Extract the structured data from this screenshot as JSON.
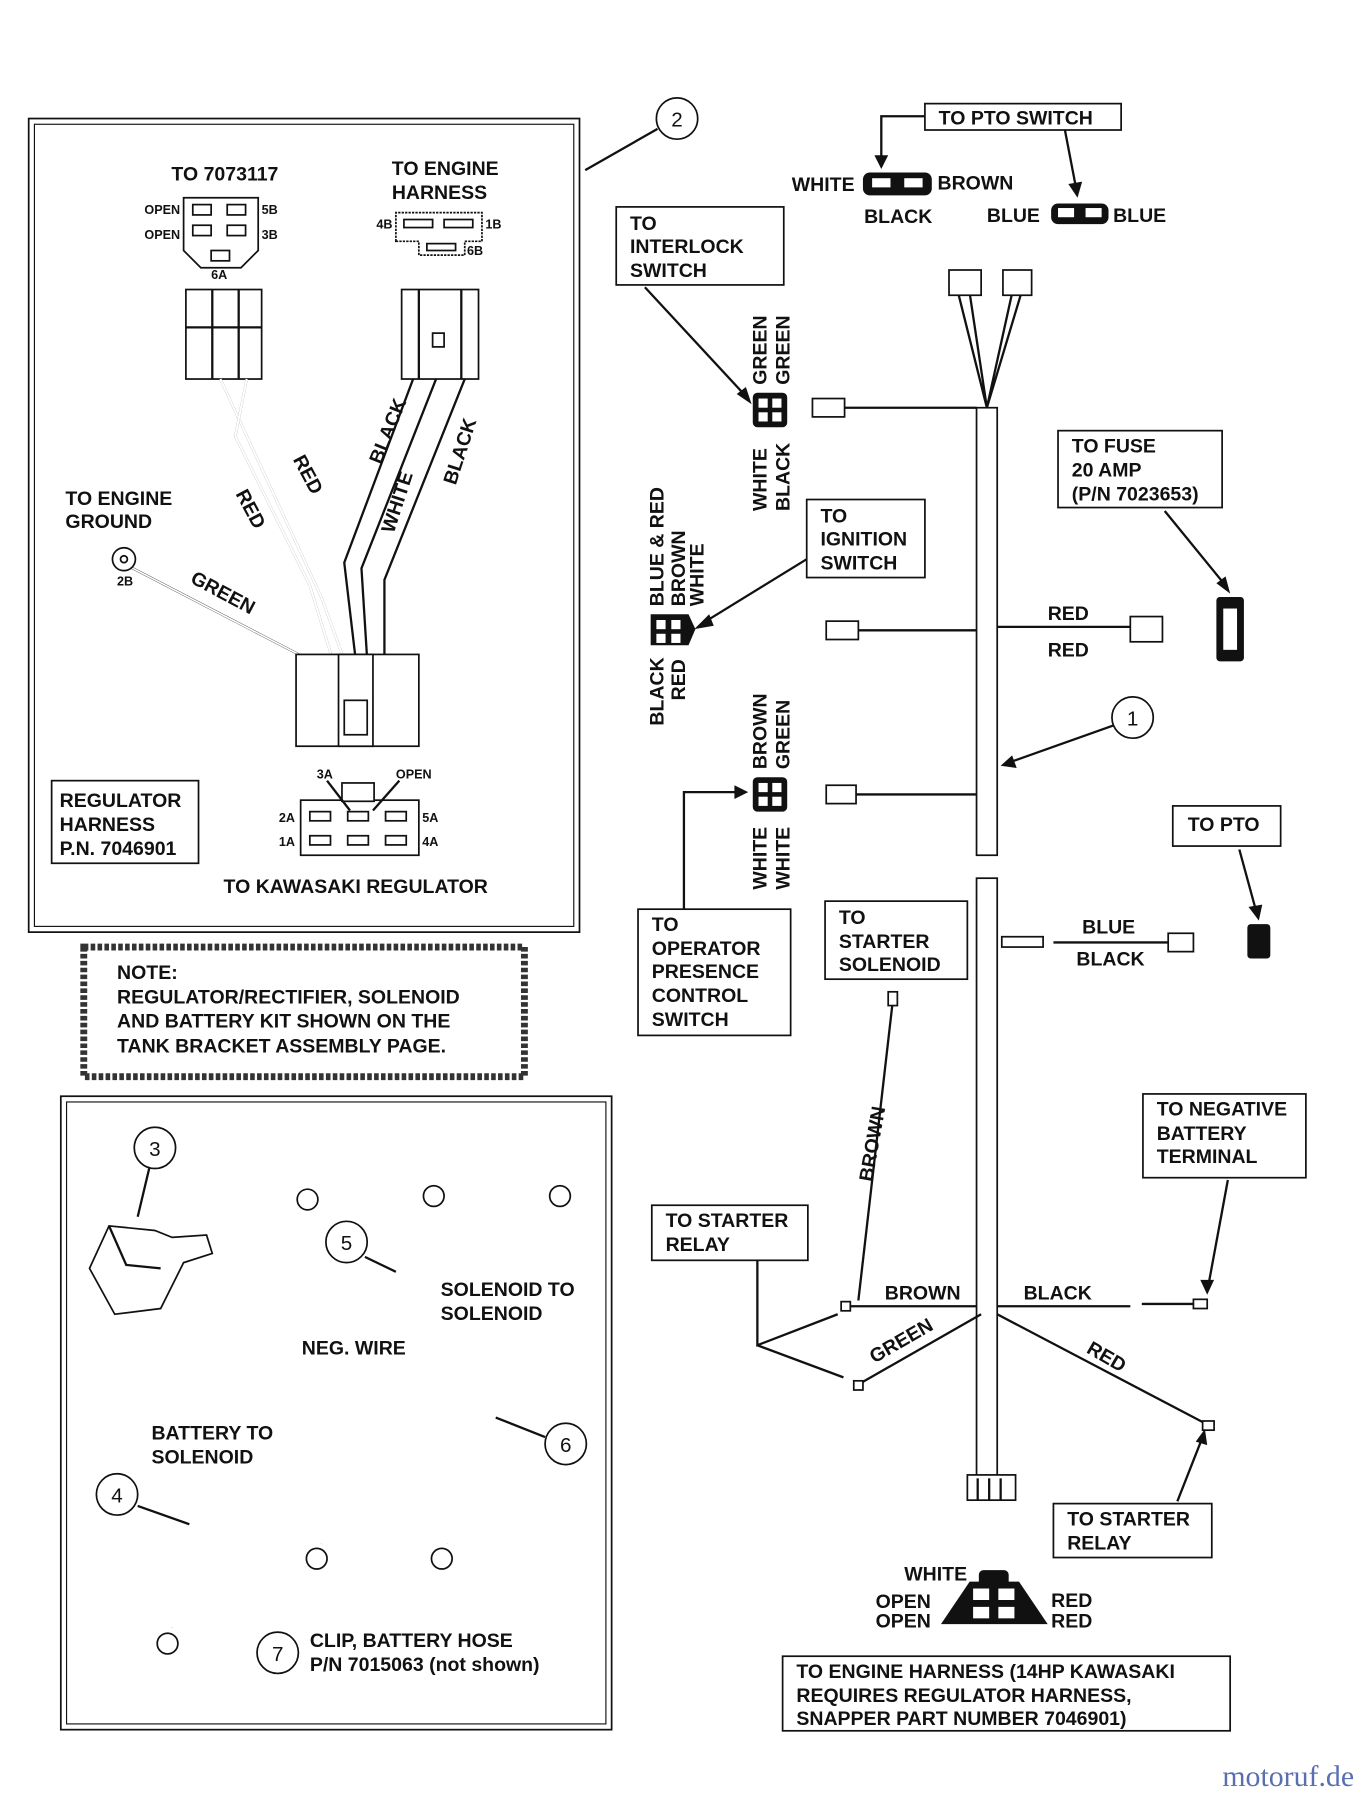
{
  "callouts": [
    "1",
    "2",
    "3",
    "4",
    "5",
    "6",
    "7"
  ],
  "regulator": {
    "to_7073117": "TO 7073117",
    "to_engine_harness": [
      "TO ENGINE",
      "HARNESS"
    ],
    "pins_top": [
      "OPEN",
      "5B",
      "OPEN",
      "3B",
      "6A",
      "4B",
      "1B",
      "6B"
    ],
    "wires": [
      "RED",
      "RED",
      "BLACK",
      "WHITE",
      "BLACK",
      "GREEN"
    ],
    "to_engine_ground": [
      "TO ENGINE",
      "GROUND"
    ],
    "ground_pin": "2B",
    "harness_label": [
      "REGULATOR",
      "HARNESS",
      "P.N. 7046901"
    ],
    "pins_bottom": [
      "3A",
      "OPEN",
      "2A",
      "5A",
      "1A",
      "4A"
    ],
    "to_kawasaki": "TO KAWASAKI REGULATOR"
  },
  "note": [
    "NOTE:",
    "REGULATOR/RECTIFIER, SOLENOID",
    "AND BATTERY KIT SHOWN ON THE",
    "TANK BRACKET ASSEMBLY PAGE."
  ],
  "kit": {
    "neg_wire": "NEG.  WIRE",
    "solenoid_to_solenoid": [
      "SOLENOID TO",
      "SOLENOID"
    ],
    "battery_to_solenoid": [
      "BATTERY TO",
      "SOLENOID"
    ],
    "clip": [
      "CLIP, BATTERY HOSE",
      "P/N 7015063 (not shown)"
    ]
  },
  "harness": {
    "to_pto_switch": "TO PTO SWITCH",
    "pto_switch_colors": [
      "WHITE",
      "BROWN",
      "BLACK",
      "BLUE",
      "BLUE"
    ],
    "to_interlock": [
      "TO",
      "INTERLOCK",
      "SWITCH"
    ],
    "interlock_colors": [
      "GREEN",
      "GREEN",
      "WHITE",
      "BLACK"
    ],
    "to_fuse": [
      "TO FUSE",
      "20 AMP",
      "(P/N 7023653)"
    ],
    "to_ignition": [
      "TO",
      "IGNITION",
      "SWITCH"
    ],
    "ignition_colors": [
      "BLUE & RED",
      "BROWN",
      "WHITE",
      "BLACK",
      "RED"
    ],
    "fuse_colors": [
      "RED",
      "RED"
    ],
    "operator_colors": [
      "BROWN",
      "GREEN",
      "WHITE",
      "WHITE"
    ],
    "to_pto": "TO PTO",
    "pto_colors": [
      "BLUE",
      "BLACK"
    ],
    "to_operator": [
      "TO",
      "OPERATOR",
      "PRESENCE",
      "CONTROL",
      "SWITCH"
    ],
    "to_solenoid": [
      "TO",
      "STARTER",
      "SOLENOID"
    ],
    "solenoid_color": "BROWN",
    "to_neg_battery": [
      "TO NEGATIVE",
      "BATTERY",
      "TERMINAL"
    ],
    "to_starter_relay_left": [
      "TO STARTER",
      "RELAY"
    ],
    "relay_colors": [
      "BROWN",
      "GREEN",
      "BLACK",
      "RED"
    ],
    "to_starter_relay_right": [
      "TO STARTER",
      "RELAY"
    ],
    "engine_plug_colors": [
      "WHITE",
      "OPEN",
      "OPEN",
      "RED",
      "RED"
    ],
    "engine_harness_note": [
      "TO ENGINE HARNESS (14HP KAWASAKI",
      "REQUIRES REGULATOR HARNESS,",
      "SNAPPER PART NUMBER 7046901)"
    ]
  },
  "watermark": "motoruf.de"
}
